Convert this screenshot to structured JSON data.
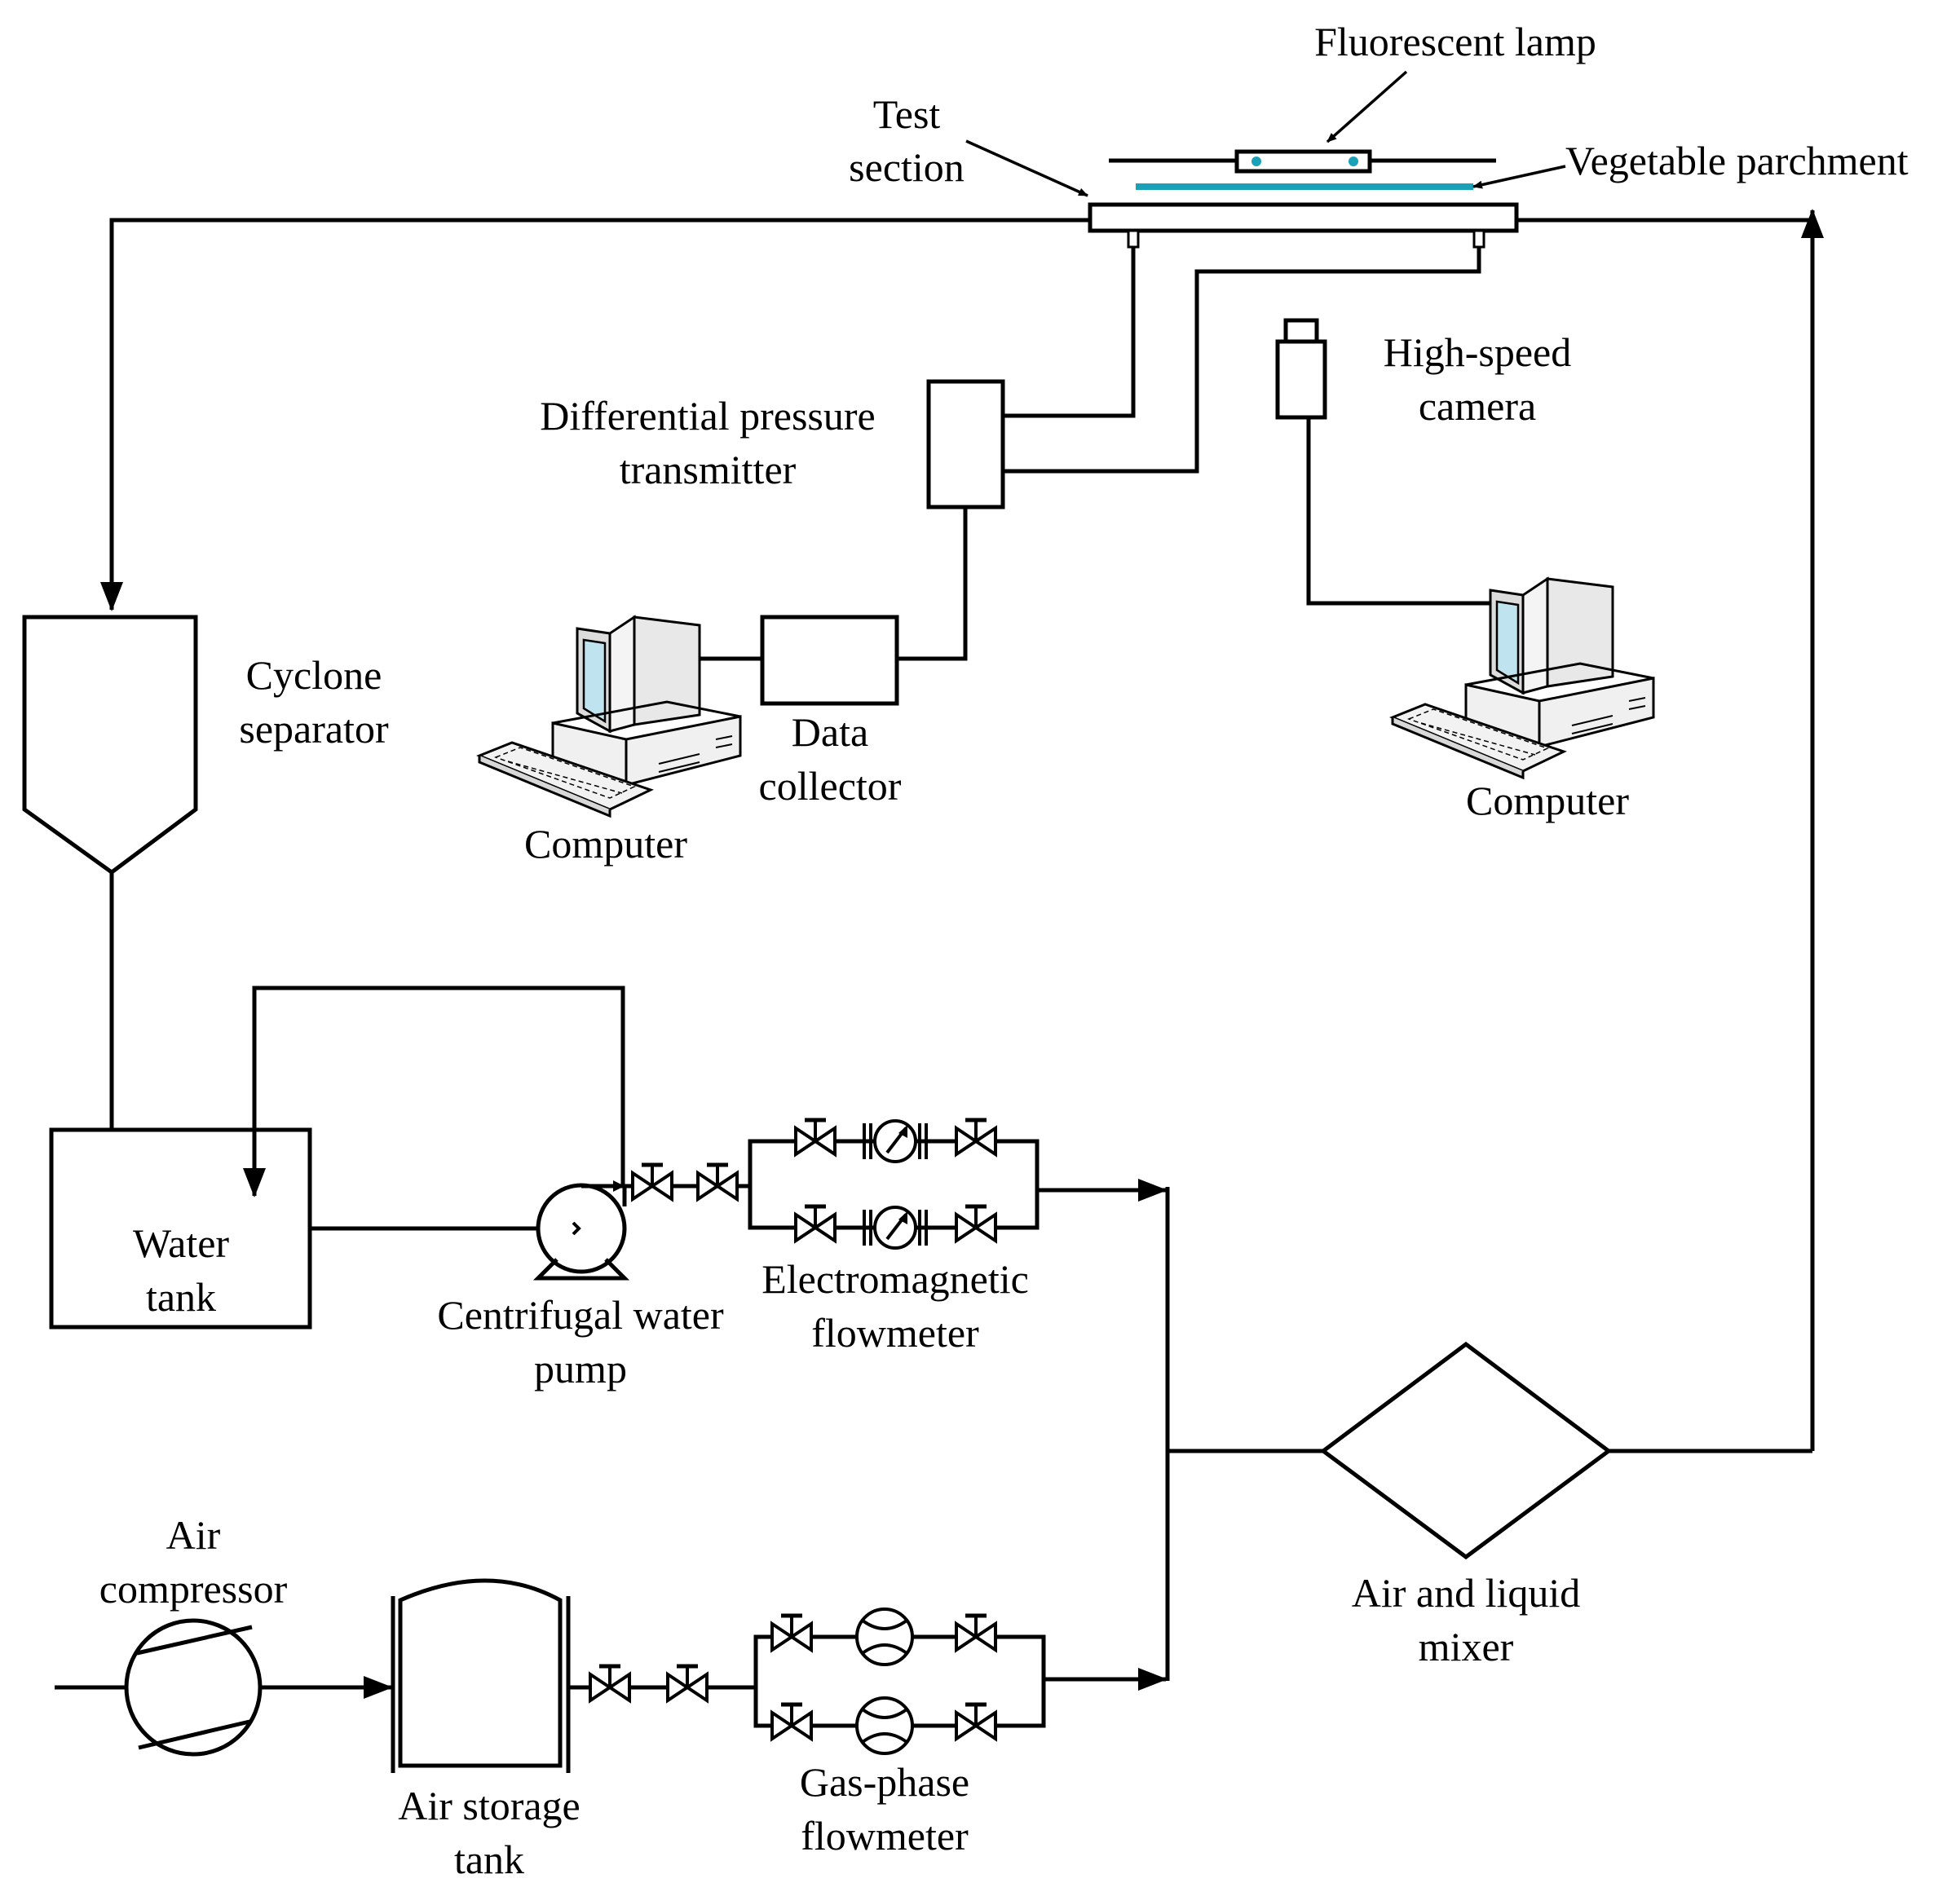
{
  "labels": {
    "fluorescent_lamp": "Fluorescent lamp",
    "test_section_1": "Test",
    "test_section_2": "section",
    "vegetable_parchment": "Vegetable parchment",
    "high_speed_camera_1": "High-speed",
    "high_speed_camera_2": "camera",
    "dp_transmitter_1": "Differential pressure",
    "dp_transmitter_2": "transmitter",
    "cyclone_1": "Cyclone",
    "cyclone_2": "separator",
    "data_collector_1": "Data",
    "data_collector_2": "collector",
    "computer_left": "Computer",
    "computer_right": "Computer",
    "water_tank_1": "Water",
    "water_tank_2": "tank",
    "pump_1": "Centrifugal water",
    "pump_2": "pump",
    "em_flowmeter_1": "Electromagnetic",
    "em_flowmeter_2": "flowmeter",
    "air_compressor_1": "Air",
    "air_compressor_2": "compressor",
    "air_storage_1": "Air storage",
    "air_storage_2": "tank",
    "gas_flowmeter_1": "Gas-phase",
    "gas_flowmeter_2": "flowmeter",
    "mixer_1": "Air and liquid",
    "mixer_2": "mixer"
  },
  "colors": {
    "line": "#000000",
    "parchment": "#1aa1b8",
    "computer_body": "#e8e8e8",
    "computer_screen": "#bfe3ef"
  }
}
